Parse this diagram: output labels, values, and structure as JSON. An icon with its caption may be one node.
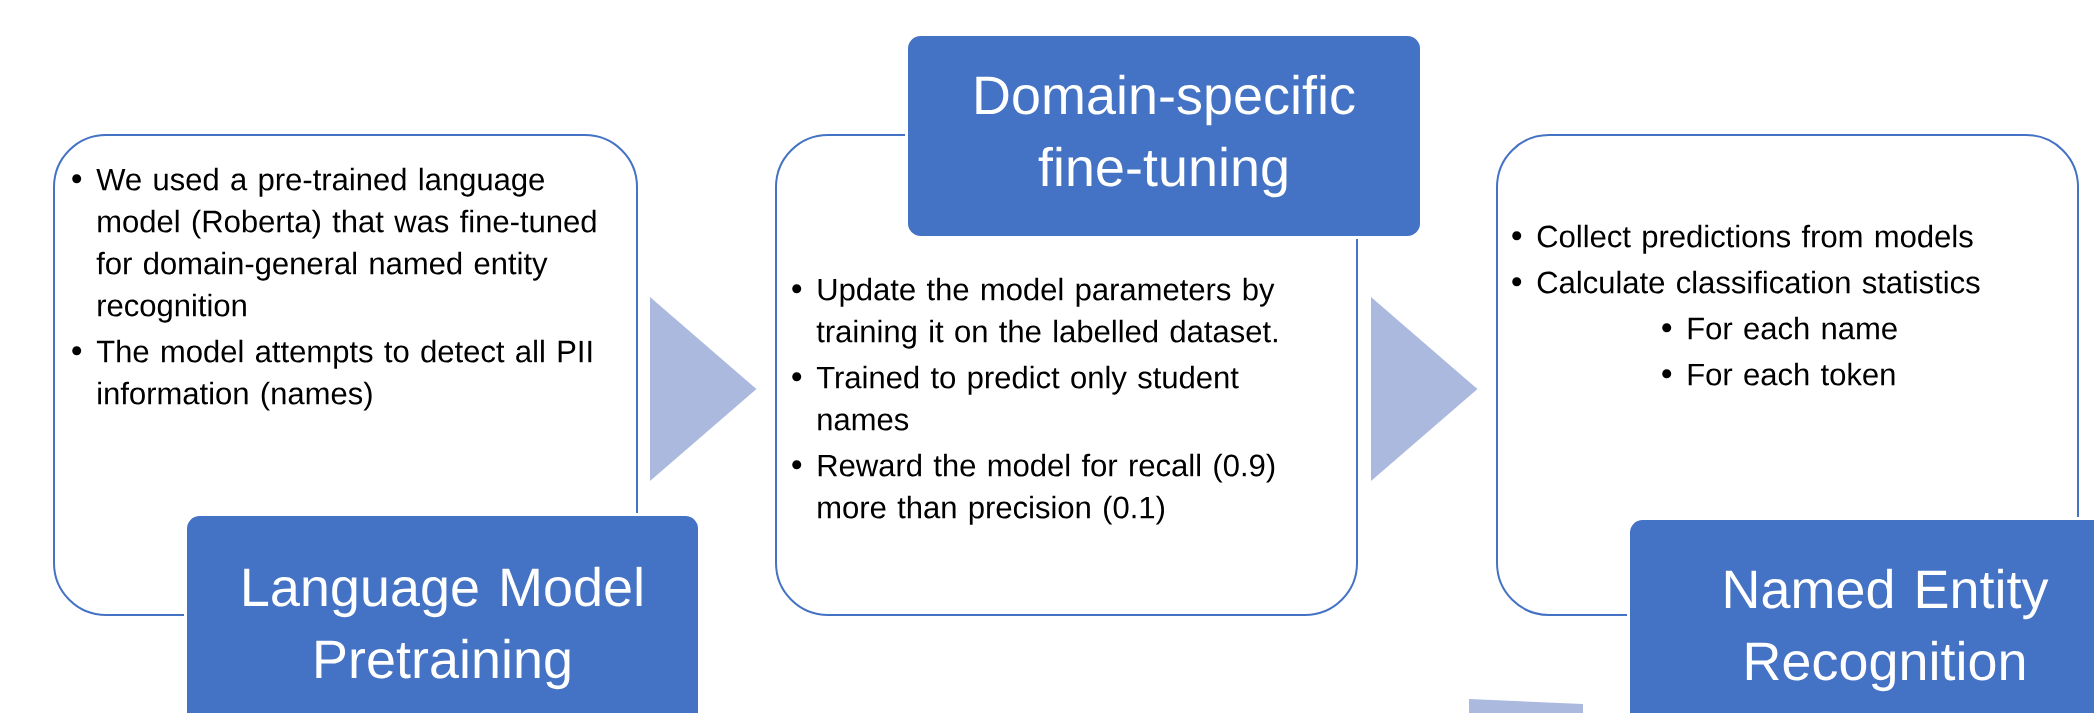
{
  "diagram": {
    "nodes": [
      {
        "text": [
          "We used a pre-trained language model  (Roberta) that was fine-tuned for domain-general named entity recognition",
          "The model attempts to detect all PII information (names)"
        ]
      },
      {
        "text": [
          "Language Model Pretraining"
        ]
      },
      {
        "text": [
          "Update the model parameters by training it on the labelled dataset.",
          "Trained to predict only student names",
          "Reward the model for recall (0.9) more than precision (0.1)"
        ]
      },
      {
        "text": [
          "Domain-specific fine-tuning"
        ]
      },
      {
        "text": [
          "Collect predictions from models",
          "Calculate classification statistics",
          "For each name",
          "For each token"
        ]
      },
      {
        "text": [
          "Named Entity Recognition"
        ]
      }
    ],
    "edges": [
      {
        "from": 0,
        "to": 2,
        "arrow": "to"
      },
      {
        "from": 2,
        "to": 4,
        "arrow": "to"
      }
    ]
  }
}
